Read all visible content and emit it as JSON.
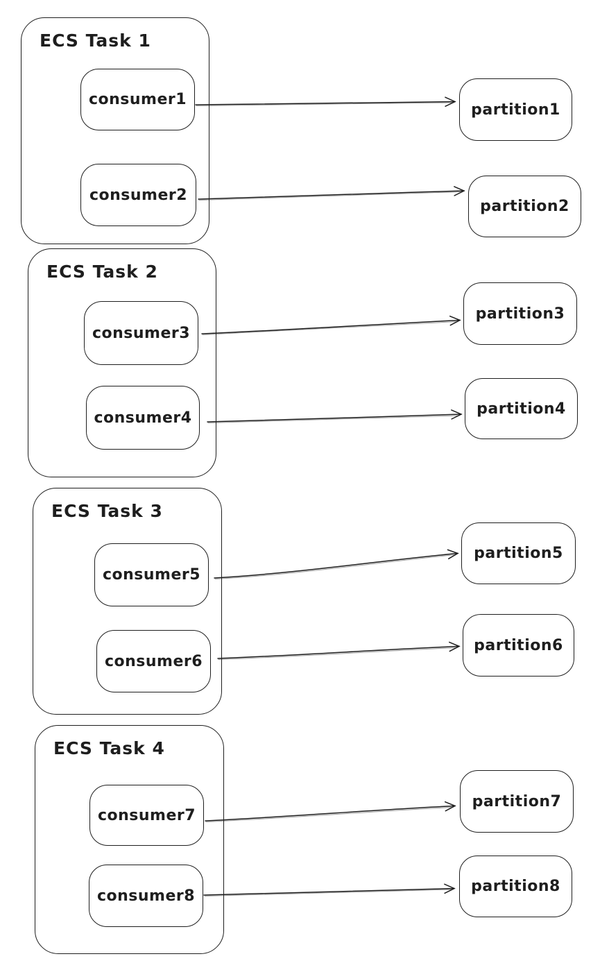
{
  "diagram": {
    "type": "excalidraw-style-architecture-diagram",
    "colors": {
      "stroke": "#1e1e1e",
      "background": "#ffffff"
    },
    "tasks": [
      {
        "label": "ECS Task 1",
        "consumers": [
          {
            "label": "consumer1"
          },
          {
            "label": "consumer2"
          }
        ]
      },
      {
        "label": "ECS Task 2",
        "consumers": [
          {
            "label": "consumer3"
          },
          {
            "label": "consumer4"
          }
        ]
      },
      {
        "label": "ECS Task 3",
        "consumers": [
          {
            "label": "consumer5"
          },
          {
            "label": "consumer6"
          }
        ]
      },
      {
        "label": "ECS Task 4",
        "consumers": [
          {
            "label": "consumer7"
          },
          {
            "label": "consumer8"
          }
        ]
      }
    ],
    "partitions": [
      {
        "label": "partition1"
      },
      {
        "label": "partition2"
      },
      {
        "label": "partition3"
      },
      {
        "label": "partition4"
      },
      {
        "label": "partition5"
      },
      {
        "label": "partition6"
      },
      {
        "label": "partition7"
      },
      {
        "label": "partition8"
      }
    ],
    "connections": [
      {
        "from": "consumer1",
        "to": "partition1"
      },
      {
        "from": "consumer2",
        "to": "partition2"
      },
      {
        "from": "consumer3",
        "to": "partition3"
      },
      {
        "from": "consumer4",
        "to": "partition4"
      },
      {
        "from": "consumer5",
        "to": "partition5"
      },
      {
        "from": "consumer6",
        "to": "partition6"
      },
      {
        "from": "consumer7",
        "to": "partition7"
      },
      {
        "from": "consumer8",
        "to": "partition8"
      }
    ]
  }
}
